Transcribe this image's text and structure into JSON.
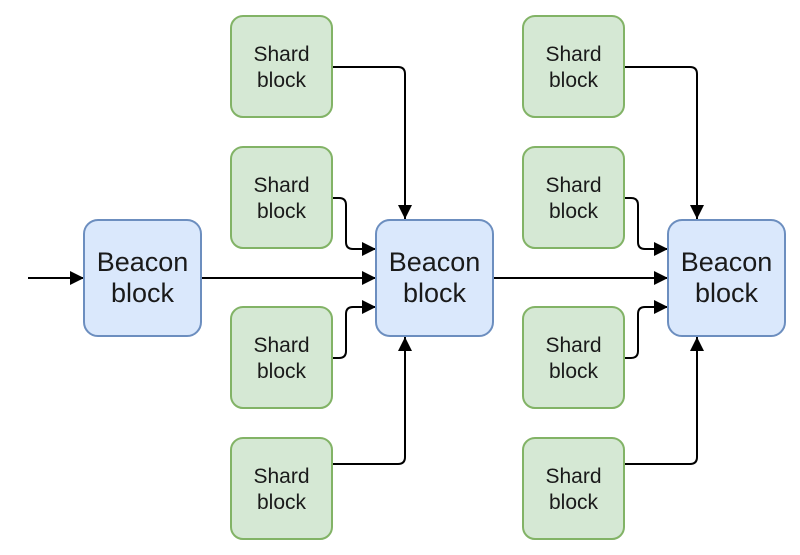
{
  "beacon_label": [
    "Beacon",
    "block"
  ],
  "shard_label": [
    "Shard",
    "block"
  ],
  "colors": {
    "shard_fill": "#d5e8d4",
    "shard_stroke": "#82b366",
    "beacon_fill": "#dae8fc",
    "beacon_stroke": "#6c8ebf",
    "edge": "#000000"
  },
  "beacons": [
    {
      "id": "beacon-1"
    },
    {
      "id": "beacon-2"
    },
    {
      "id": "beacon-3"
    }
  ],
  "shards": [
    {
      "id": "shard-1-top",
      "target": "beacon-2"
    },
    {
      "id": "shard-1-upper",
      "target": "beacon-2"
    },
    {
      "id": "shard-1-lower",
      "target": "beacon-2"
    },
    {
      "id": "shard-1-bottom",
      "target": "beacon-2"
    },
    {
      "id": "shard-2-top",
      "target": "beacon-3"
    },
    {
      "id": "shard-2-upper",
      "target": "beacon-3"
    },
    {
      "id": "shard-2-lower",
      "target": "beacon-3"
    },
    {
      "id": "shard-2-bottom",
      "target": "beacon-3"
    }
  ],
  "chain": [
    "incoming",
    "beacon-1",
    "beacon-2",
    "beacon-3"
  ]
}
